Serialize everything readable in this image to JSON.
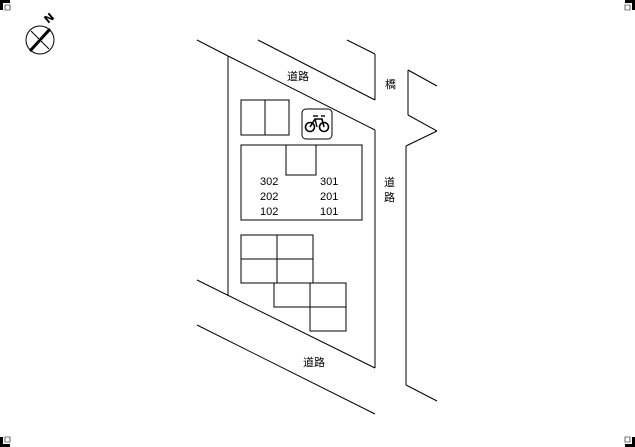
{
  "compass": {
    "north_label": "N",
    "icon": "compass-north-icon"
  },
  "roads": {
    "top": "道路",
    "bottom": "道路",
    "right": [
      "道",
      "路"
    ],
    "bridge": "橋"
  },
  "bicycle_parking": {
    "icon": "bicycle-icon"
  },
  "building": {
    "units": [
      [
        "302",
        "301"
      ],
      [
        "202",
        "201"
      ],
      [
        "102",
        "101"
      ]
    ]
  }
}
